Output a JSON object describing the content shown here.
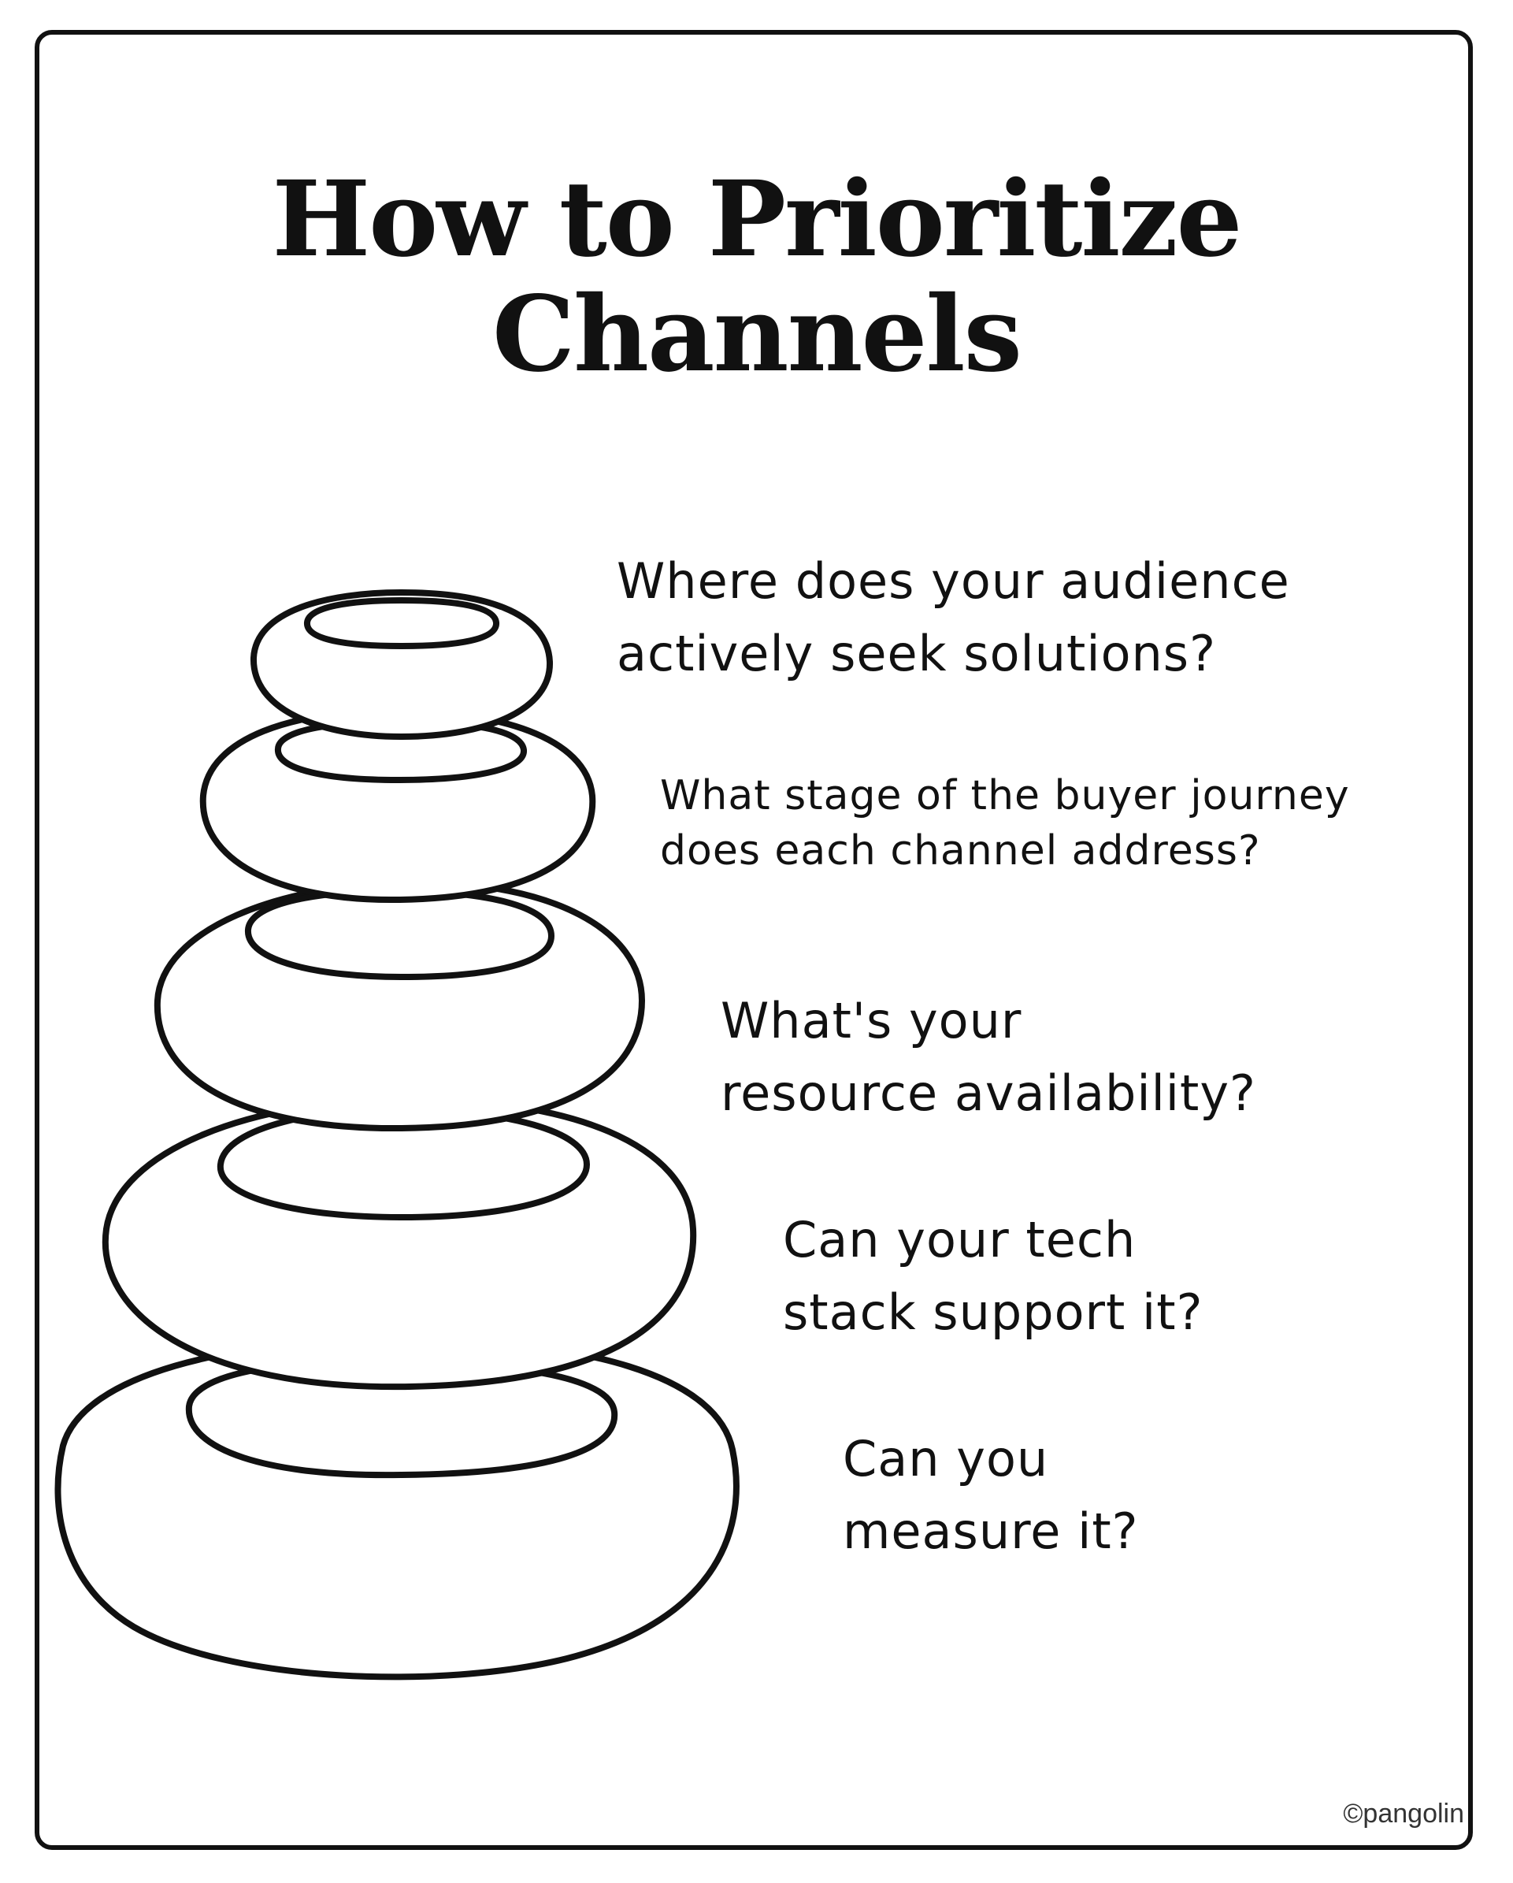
{
  "title": {
    "line1": "How to Prioritize",
    "line2": "Channels"
  },
  "questions": [
    {
      "line1": "Where does your audience",
      "line2": "actively seek solutions?"
    },
    {
      "line1": "What stage of the buyer journey",
      "line2": "does each channel address?"
    },
    {
      "line1": "What's your",
      "line2": "resource availability?"
    },
    {
      "line1": "Can your tech",
      "line2": "stack support it?"
    },
    {
      "line1": "Can you",
      "line2": "measure it?"
    }
  ],
  "credit": "©pangolin",
  "colors": {
    "ink": "#111111",
    "background": "#ffffff"
  }
}
